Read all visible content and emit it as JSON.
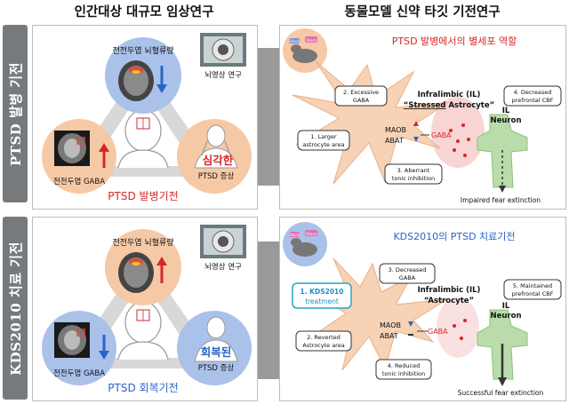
{
  "headers": {
    "left": "인간대상 대규모 임상연구",
    "right": "동물모델 신약 타깃 기전연구"
  },
  "side_labels": {
    "top": "PTSD 발병 기전",
    "bottom": "KDS2010 치료 기전"
  },
  "colors": {
    "red": "#d62828",
    "blue": "#2b64c8",
    "peach": "#f6c9a6",
    "lightblue": "#aac1ea",
    "green": "#b9dcaa",
    "astro": "#f7d2b5"
  },
  "top_clinical": {
    "cbf_label": "전전두엽 뇌혈류량",
    "imaging_label": "뇌영상 연구",
    "gaba_label": "전전두엽 GABA",
    "symptom_word": "심각한",
    "symptom_label": "PTSD 증상",
    "caption": "PTSD 발병기전"
  },
  "bottom_clinical": {
    "cbf_label": "전전두엽 뇌혈류량",
    "imaging_label": "뇌영상 연구",
    "gaba_label": "전전두엽 GABA",
    "symptom_word": "회복된",
    "symptom_label": "PTSD 증상",
    "caption": "PTSD 회복기전"
  },
  "top_mech": {
    "title": "PTSD 발병에서의 별세포 역할",
    "badge1": "Shock",
    "badge2": "Shock",
    "box1": [
      "1. Larger",
      "astrocyte area"
    ],
    "box2": [
      "2. Excessive",
      "GABA"
    ],
    "box3": [
      "3. Aberrant",
      "tonic inhibition"
    ],
    "box4": [
      "4. Decreased",
      "prefrontal CBF"
    ],
    "astro_line1": "Infralimbic (IL)",
    "astro_stressed": "“Stressed",
    "astro_rest": " Astrocyte”",
    "neuron": [
      "IL",
      "Neuron"
    ],
    "maob": "MAOB",
    "abat": "ABAT",
    "gaba": "GABA",
    "outcome": "Impaired fear extinction"
  },
  "bottom_mech": {
    "title": "KDS2010의 PTSD  치료기전",
    "badge1": "Shock",
    "badge2": "Shock",
    "treatment": [
      "1. KDS2010",
      "treatment"
    ],
    "box2": [
      "2. Reverted",
      "Astrocyte area"
    ],
    "box3": [
      "3. Decreased",
      "GABA"
    ],
    "box4": [
      "4. Reduced",
      "tonic inhibition"
    ],
    "box5": [
      "5. Maintained",
      "prefrontal CBF"
    ],
    "astro_line1": "Infralimbic (IL)",
    "astro_line2": "“Astrocyte”",
    "neuron": [
      "IL",
      "Neuron"
    ],
    "maob": "MAOB",
    "abat": "ABAT",
    "gaba": "GABA",
    "outcome": "Successful fear extinction"
  }
}
